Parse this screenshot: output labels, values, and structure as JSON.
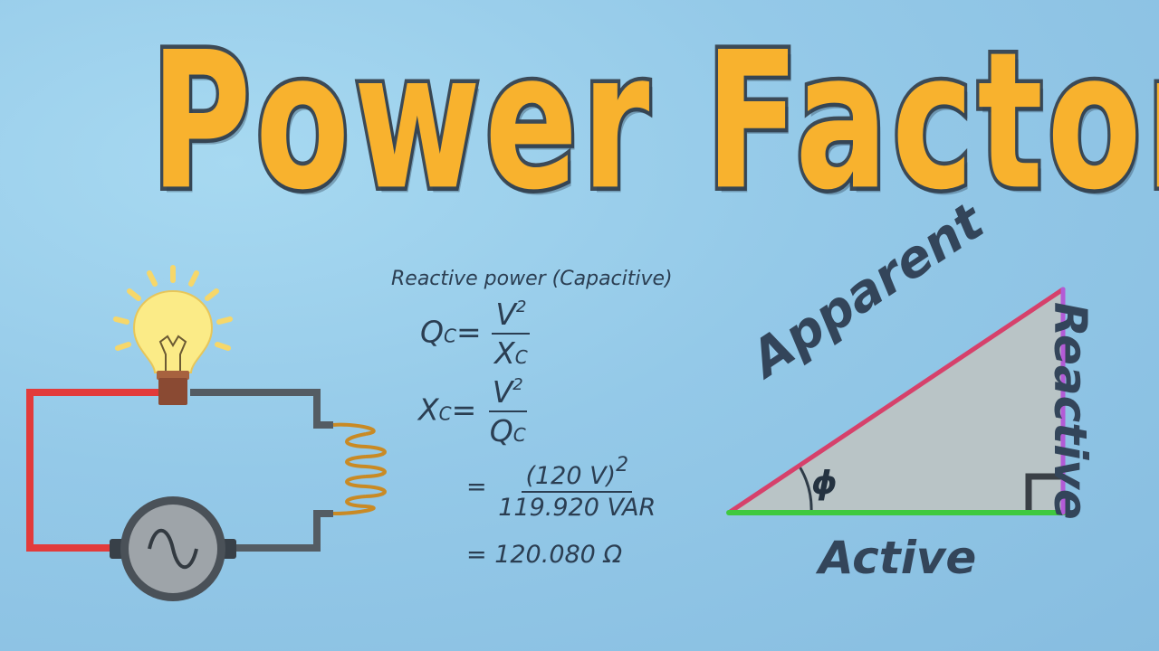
{
  "title": "Power Factor",
  "formulas": {
    "caption": "Reactive power (Capacitive)",
    "f1": {
      "lhs": "Q",
      "lhs_sub": "C",
      "eq": "=",
      "num": "V",
      "num_sup": "2",
      "den": "X",
      "den_sub": "C"
    },
    "f2": {
      "lhs": "X",
      "lhs_sub": "C",
      "eq": "=",
      "num": "V",
      "num_sup": "2",
      "den": "Q",
      "den_sub": "C"
    },
    "f3": {
      "eq": "=",
      "num": "(120 V)",
      "num_sup": "2",
      "den": "119.920 VAR"
    },
    "f4": "= 120.080 Ω"
  },
  "triangle": {
    "hypotenuse_label": "Apparent",
    "base_label": "Active",
    "vertical_label": "Reactive",
    "angle_label": "ϕ",
    "colors": {
      "apparent": "#d6416b",
      "active": "#3fc93f",
      "reactive": "#b35bd6",
      "fill": "#b9c4c6"
    }
  },
  "circuit": {
    "icons": [
      "light-bulb-icon",
      "inductor-coil-icon",
      "ac-source-icon"
    ],
    "colors": {
      "live_wire": "#e23b3b",
      "return_wire": "#545c63",
      "coil": "#c98a24",
      "bulb": "#fbeb87"
    }
  }
}
